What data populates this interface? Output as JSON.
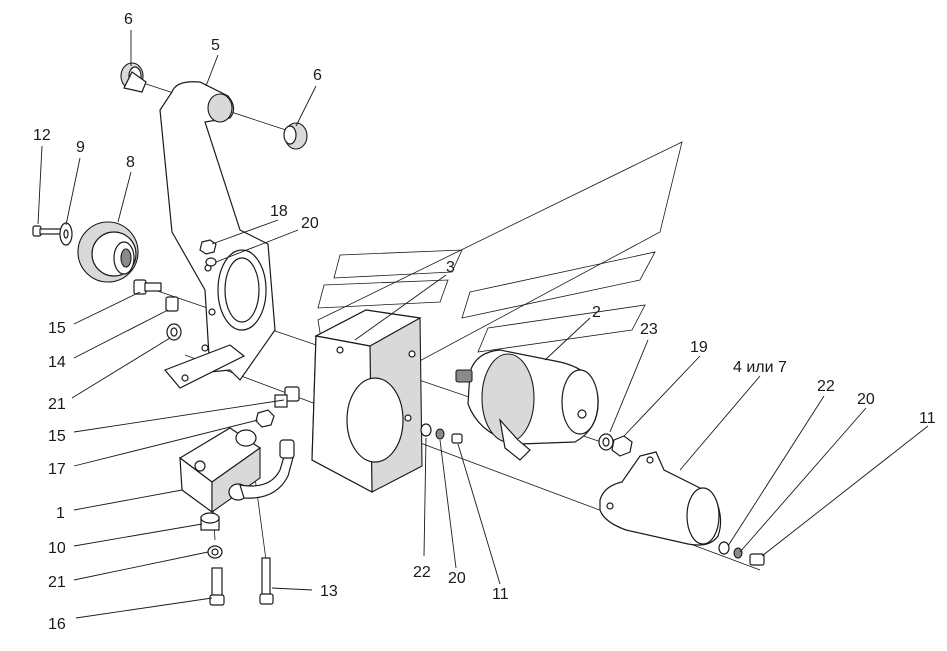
{
  "callouts": [
    {
      "id": "c6a",
      "text": "6"
    },
    {
      "id": "c5",
      "text": "5"
    },
    {
      "id": "c6b",
      "text": "6"
    },
    {
      "id": "c12",
      "text": "12"
    },
    {
      "id": "c9",
      "text": "9"
    },
    {
      "id": "c8",
      "text": "8"
    },
    {
      "id": "c18",
      "text": "18"
    },
    {
      "id": "c20a",
      "text": "20"
    },
    {
      "id": "c3",
      "text": "3"
    },
    {
      "id": "c2",
      "text": "2"
    },
    {
      "id": "c23",
      "text": "23"
    },
    {
      "id": "c19",
      "text": "19"
    },
    {
      "id": "c4or7",
      "text": "4 или 7"
    },
    {
      "id": "c22a",
      "text": "22"
    },
    {
      "id": "c20b",
      "text": "20"
    },
    {
      "id": "c11a",
      "text": "11"
    },
    {
      "id": "c15a",
      "text": "15"
    },
    {
      "id": "c14",
      "text": "14"
    },
    {
      "id": "c21a",
      "text": "21"
    },
    {
      "id": "c15b",
      "text": "15"
    },
    {
      "id": "c17",
      "text": "17"
    },
    {
      "id": "c1",
      "text": "1"
    },
    {
      "id": "c10",
      "text": "10"
    },
    {
      "id": "c21b",
      "text": "21"
    },
    {
      "id": "c16",
      "text": "16"
    },
    {
      "id": "c13",
      "text": "13"
    },
    {
      "id": "c22b",
      "text": "22"
    },
    {
      "id": "c20c",
      "text": "20"
    },
    {
      "id": "c11b",
      "text": "11"
    }
  ]
}
